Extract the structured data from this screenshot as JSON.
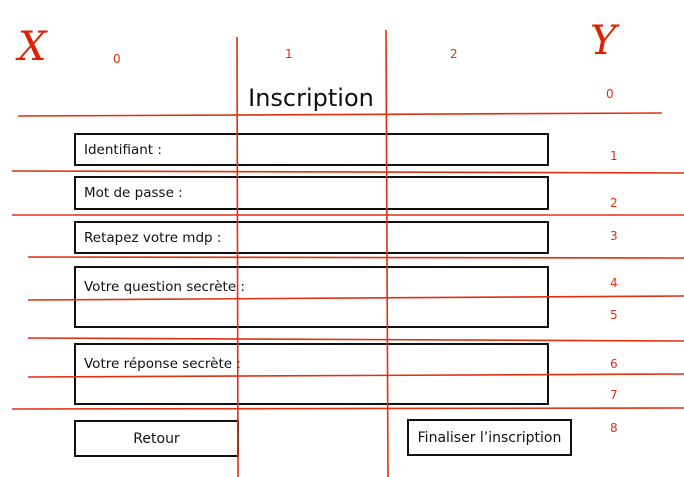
{
  "form": {
    "title": "Inscription",
    "fields": [
      {
        "label": "Identifiant :"
      },
      {
        "label": "Mot de passe :"
      },
      {
        "label": "Retapez votre mdp :"
      },
      {
        "label": "Votre question secrète :"
      },
      {
        "label": "Votre réponse secrète :"
      }
    ],
    "buttons": {
      "back_label": "Retour",
      "submit_label": "Finaliser l’inscription"
    }
  },
  "grid_annotations": {
    "x_axis_label": "X",
    "y_axis_label": "Y",
    "columns": [
      "0",
      "1",
      "2"
    ],
    "rows": [
      "0",
      "1",
      "2",
      "3",
      "4",
      "5",
      "6",
      "7",
      "8"
    ],
    "line_color": "#e03010"
  }
}
